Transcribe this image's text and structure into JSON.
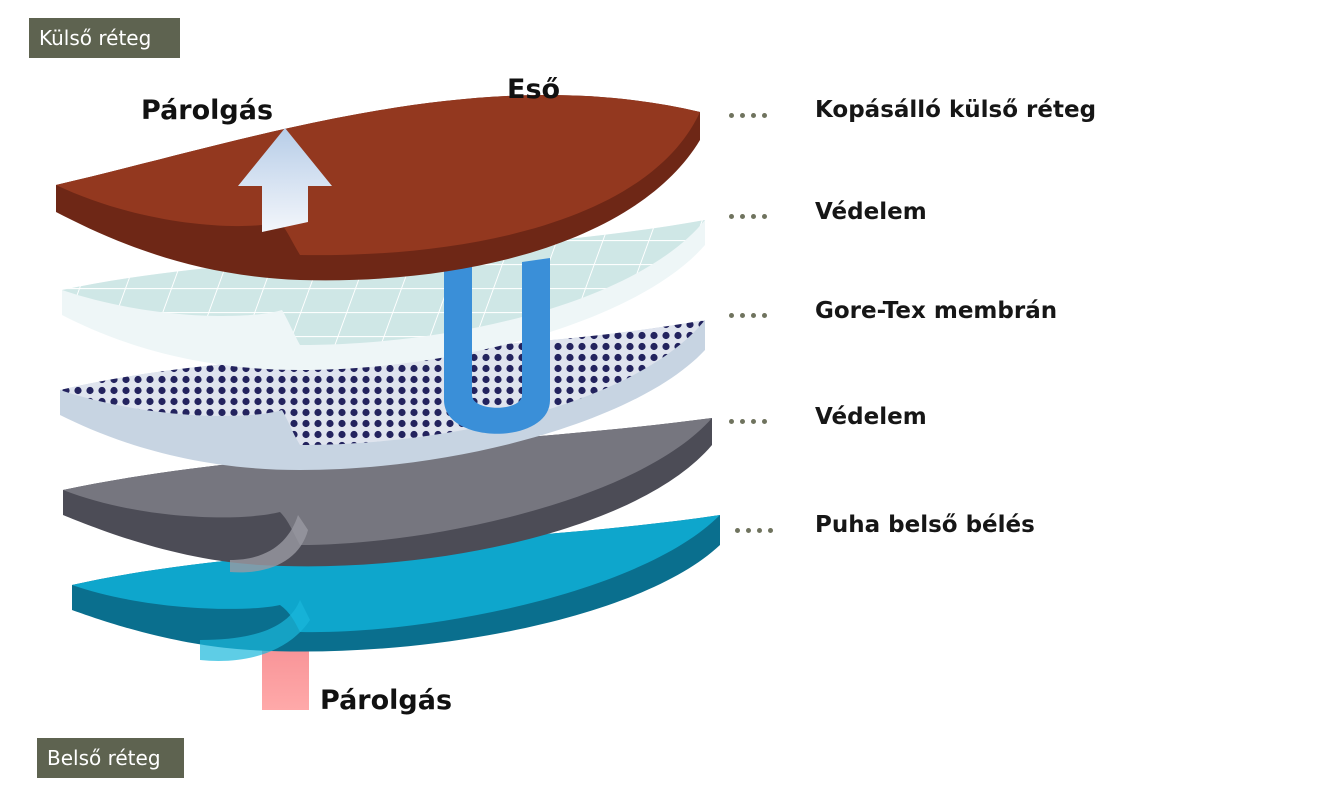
{
  "badges": {
    "outer": "Külső réteg",
    "inner": "Belső réteg"
  },
  "flow_labels": {
    "evaporation_top": "Párolgás",
    "rain": "Eső",
    "evaporation_bottom": "Párolgás"
  },
  "layers": [
    {
      "label": "Kopásálló külső réteg",
      "color": "#8f3620"
    },
    {
      "label": "Védelem",
      "color": "#c9e3e3"
    },
    {
      "label": "Gore-Tex membrán",
      "color": "#2a2a6a"
    },
    {
      "label": "Védelem",
      "color": "#6a6a72"
    },
    {
      "label": "Puha belső bélés",
      "color": "#0a93b6"
    }
  ],
  "colors": {
    "badge_bg": "#5e6350",
    "leader_dots": "#6f735e",
    "vapor_arrow": "#e8a0a0",
    "rain_arrow": "#3a8fd8"
  }
}
